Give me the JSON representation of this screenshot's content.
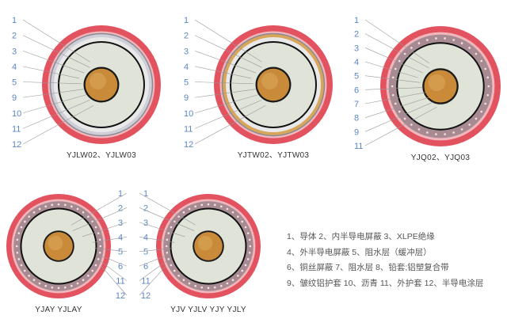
{
  "cables": [
    {
      "model": "YJLW02、YJLW03",
      "labels": [
        "1",
        "2",
        "3",
        "4",
        "5",
        "9",
        "10",
        "11",
        "12"
      ],
      "style": "corrugated-aluminum"
    },
    {
      "model": "YJTW02、YJTW03",
      "labels": [
        "1",
        "2",
        "3",
        "4",
        "5",
        "9",
        "10",
        "11",
        "12"
      ],
      "style": "corrugated-copper"
    },
    {
      "model": "YJQ02、YJQ03",
      "labels": [
        "1",
        "2",
        "3",
        "4",
        "5",
        "6",
        "7",
        "8",
        "9",
        "11"
      ],
      "style": "lead-sheath"
    },
    {
      "model": "YJAY YJLAY",
      "labels": [
        "1",
        "2",
        "3",
        "4",
        "5",
        "6",
        "11",
        "12"
      ],
      "style": "copper-wire"
    },
    {
      "model": "YJV YJLV YJY YJLY",
      "labels": [
        "1",
        "2",
        "3",
        "4",
        "5",
        "6",
        "11",
        "12"
      ],
      "style": "copper-wire"
    }
  ],
  "legend": [
    "1、导体  2、内半导电屏蔽  3、XLPE绝缘",
    "4、外半导电屏蔽  5、阻水层（缓冲层）",
    "6、铜丝屏蔽  7、阻水层  8、铅套;铝塑复合带",
    "9、皱纹铝护套  10、沥青  11、外护套  12、半导电涂层"
  ],
  "colors": {
    "sheath": "#e2525f",
    "insulation": "#dfe3d8",
    "conductor": "#c98a3a",
    "label": "#5b86c4"
  }
}
